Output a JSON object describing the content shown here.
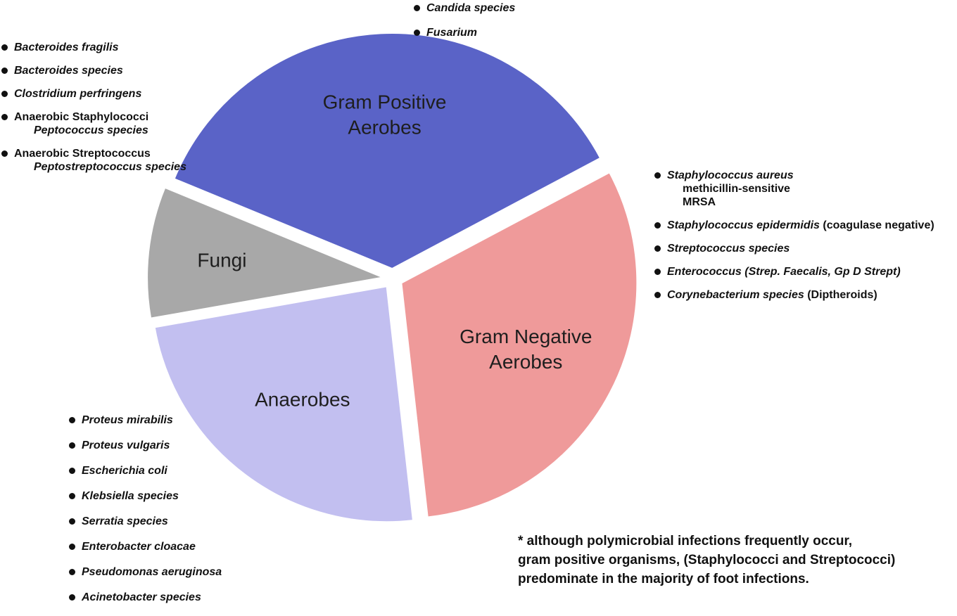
{
  "chart_data": {
    "type": "pie",
    "slices": [
      {
        "label_lines": [
          "Fungi"
        ],
        "value": 9,
        "color": "#a8a8a8"
      },
      {
        "label_lines": [
          "Gram Positive",
          "Aerobes"
        ],
        "value": 36,
        "color": "#5a63c7"
      },
      {
        "label_lines": [
          "Gram Negative",
          "Aerobes"
        ],
        "value": 31,
        "color": "#ef9a9a"
      },
      {
        "label_lines": [
          "Anaerobes"
        ],
        "value": 24,
        "color": "#c2bff0"
      }
    ]
  },
  "lists": {
    "fungi": [
      {
        "name": "Candida species"
      },
      {
        "name": "Fusarium"
      }
    ],
    "anaerobes": [
      {
        "name": "Bacteroides fragilis"
      },
      {
        "name": "Bacteroides species"
      },
      {
        "name": "Clostridium perfringens"
      },
      {
        "name": "Anaerobic Staphylococci",
        "sub": "Peptococcus species"
      },
      {
        "name": "Anaerobic Streptococcus",
        "sub": "Peptostreptococcus species"
      }
    ],
    "gram_positive": [
      {
        "name": "Staphylococcus aureus",
        "sub1": "methicillin-sensitive",
        "sub2": "MRSA"
      },
      {
        "name": "Staphylococcus epidermidis",
        "extra": " (coagulase negative)"
      },
      {
        "name": "Streptococcus species"
      },
      {
        "name": "Enterococcus (Strep. Faecalis, Gp D Strept)"
      },
      {
        "name": "Corynebacterium species",
        "extra": " (Diptheroids)"
      }
    ],
    "gram_negative": [
      {
        "name": "Proteus mirabilis"
      },
      {
        "name": "Proteus vulgaris"
      },
      {
        "name": "Escherichia coli"
      },
      {
        "name": "Klebsiella species"
      },
      {
        "name": "Serratia species"
      },
      {
        "name": "Enterobacter cloacae"
      },
      {
        "name": "Pseudomonas aeruginosa"
      },
      {
        "name": "Acinetobacter species"
      }
    ]
  },
  "footnote": {
    "line1": "* although polymicrobial infections frequently occur,",
    "line2": "gram positive organisms, (Staphylococci and Streptococci)",
    "line3": "predominate in the majority of foot infections."
  }
}
